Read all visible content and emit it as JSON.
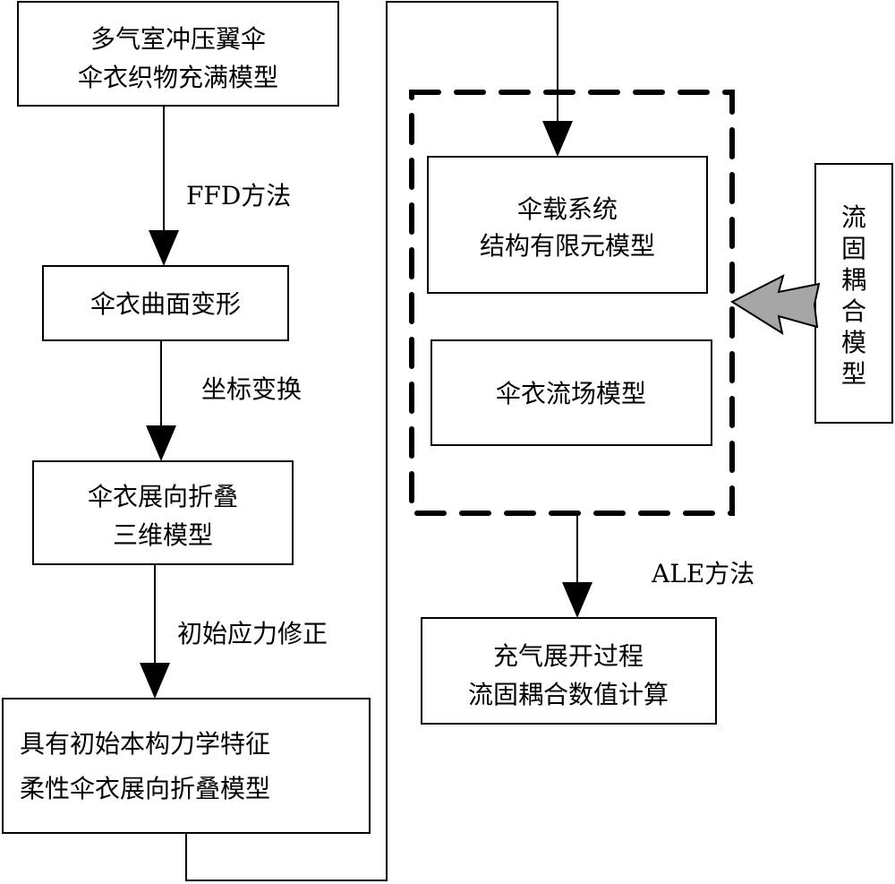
{
  "nodes": {
    "fabric_model": [
      "多气室冲压翼伞",
      "伞衣织物充满模型"
    ],
    "surface_deform": [
      "伞衣曲面变形"
    ],
    "folding_3d": [
      "伞衣展向折叠",
      "三维模型"
    ],
    "flexible_model": [
      "具有初始本构力学特征",
      "柔性伞衣展向折叠模型"
    ],
    "structure_fem": [
      "伞载系统",
      "结构有限元模型"
    ],
    "flow_field": [
      "伞衣流场模型"
    ],
    "fsi_model": [
      "流",
      "固",
      "耦",
      "合",
      "模",
      "型"
    ],
    "result": [
      "充气展开过程",
      "流固耦合数值计算"
    ]
  },
  "edges": {
    "ffd": "FFD方法",
    "coord": "坐标变换",
    "stress": "初始应力修正",
    "ale": "ALE方法"
  },
  "colors": {
    "coupling_arrow": "#a6a6a6"
  }
}
